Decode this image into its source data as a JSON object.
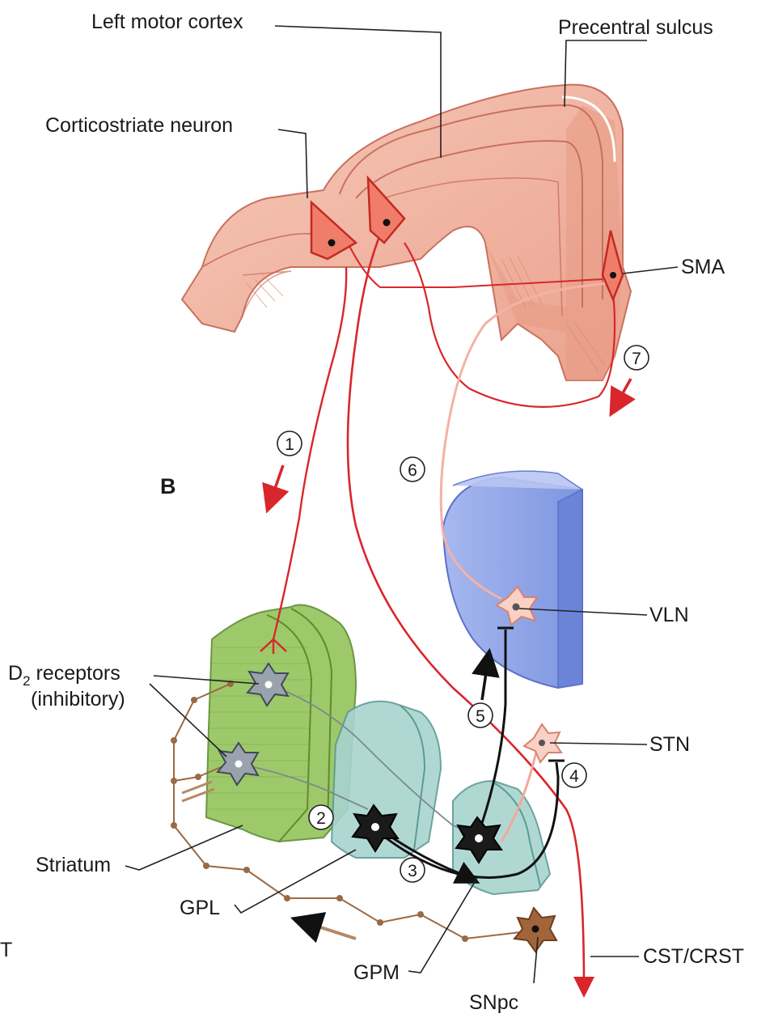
{
  "labels": {
    "left_motor_cortex": "Left motor cortex",
    "precentral_sulcus": "Precentral sulcus",
    "corticostriate_neuron": "Corticostriate neuron",
    "sma": "SMA",
    "vln": "VLN",
    "d2_receptors_main": "D",
    "d2_receptors_sub": "2",
    "d2_receptors_rest": " receptors",
    "d2_inhibitory": "(inhibitory)",
    "stn": "STN",
    "striatum": "Striatum",
    "gpl": "GPL",
    "gpm": "GPM",
    "cst_crst": "CST/CRST",
    "snpc": "SNpc",
    "panel": "B",
    "edge_fragment": "T"
  },
  "steps": [
    "1",
    "2",
    "3",
    "4",
    "5",
    "6",
    "7"
  ],
  "colors": {
    "cortex_fill": "#f2b7a4",
    "cortex_stroke": "#d07a68",
    "excitatory_red": "#d9262b",
    "sma_pink": "#f0a79a",
    "striatum_green": "#8fbf5a",
    "gp_teal": "#a9d3cf",
    "thalamus_blue": "#8fa6e8",
    "inhibitory_black": "#111111",
    "dopamine_brown": "#9a6a45"
  },
  "icons": [
    "neuron-soma-icon",
    "arrow-icon",
    "synapse-icon"
  ]
}
